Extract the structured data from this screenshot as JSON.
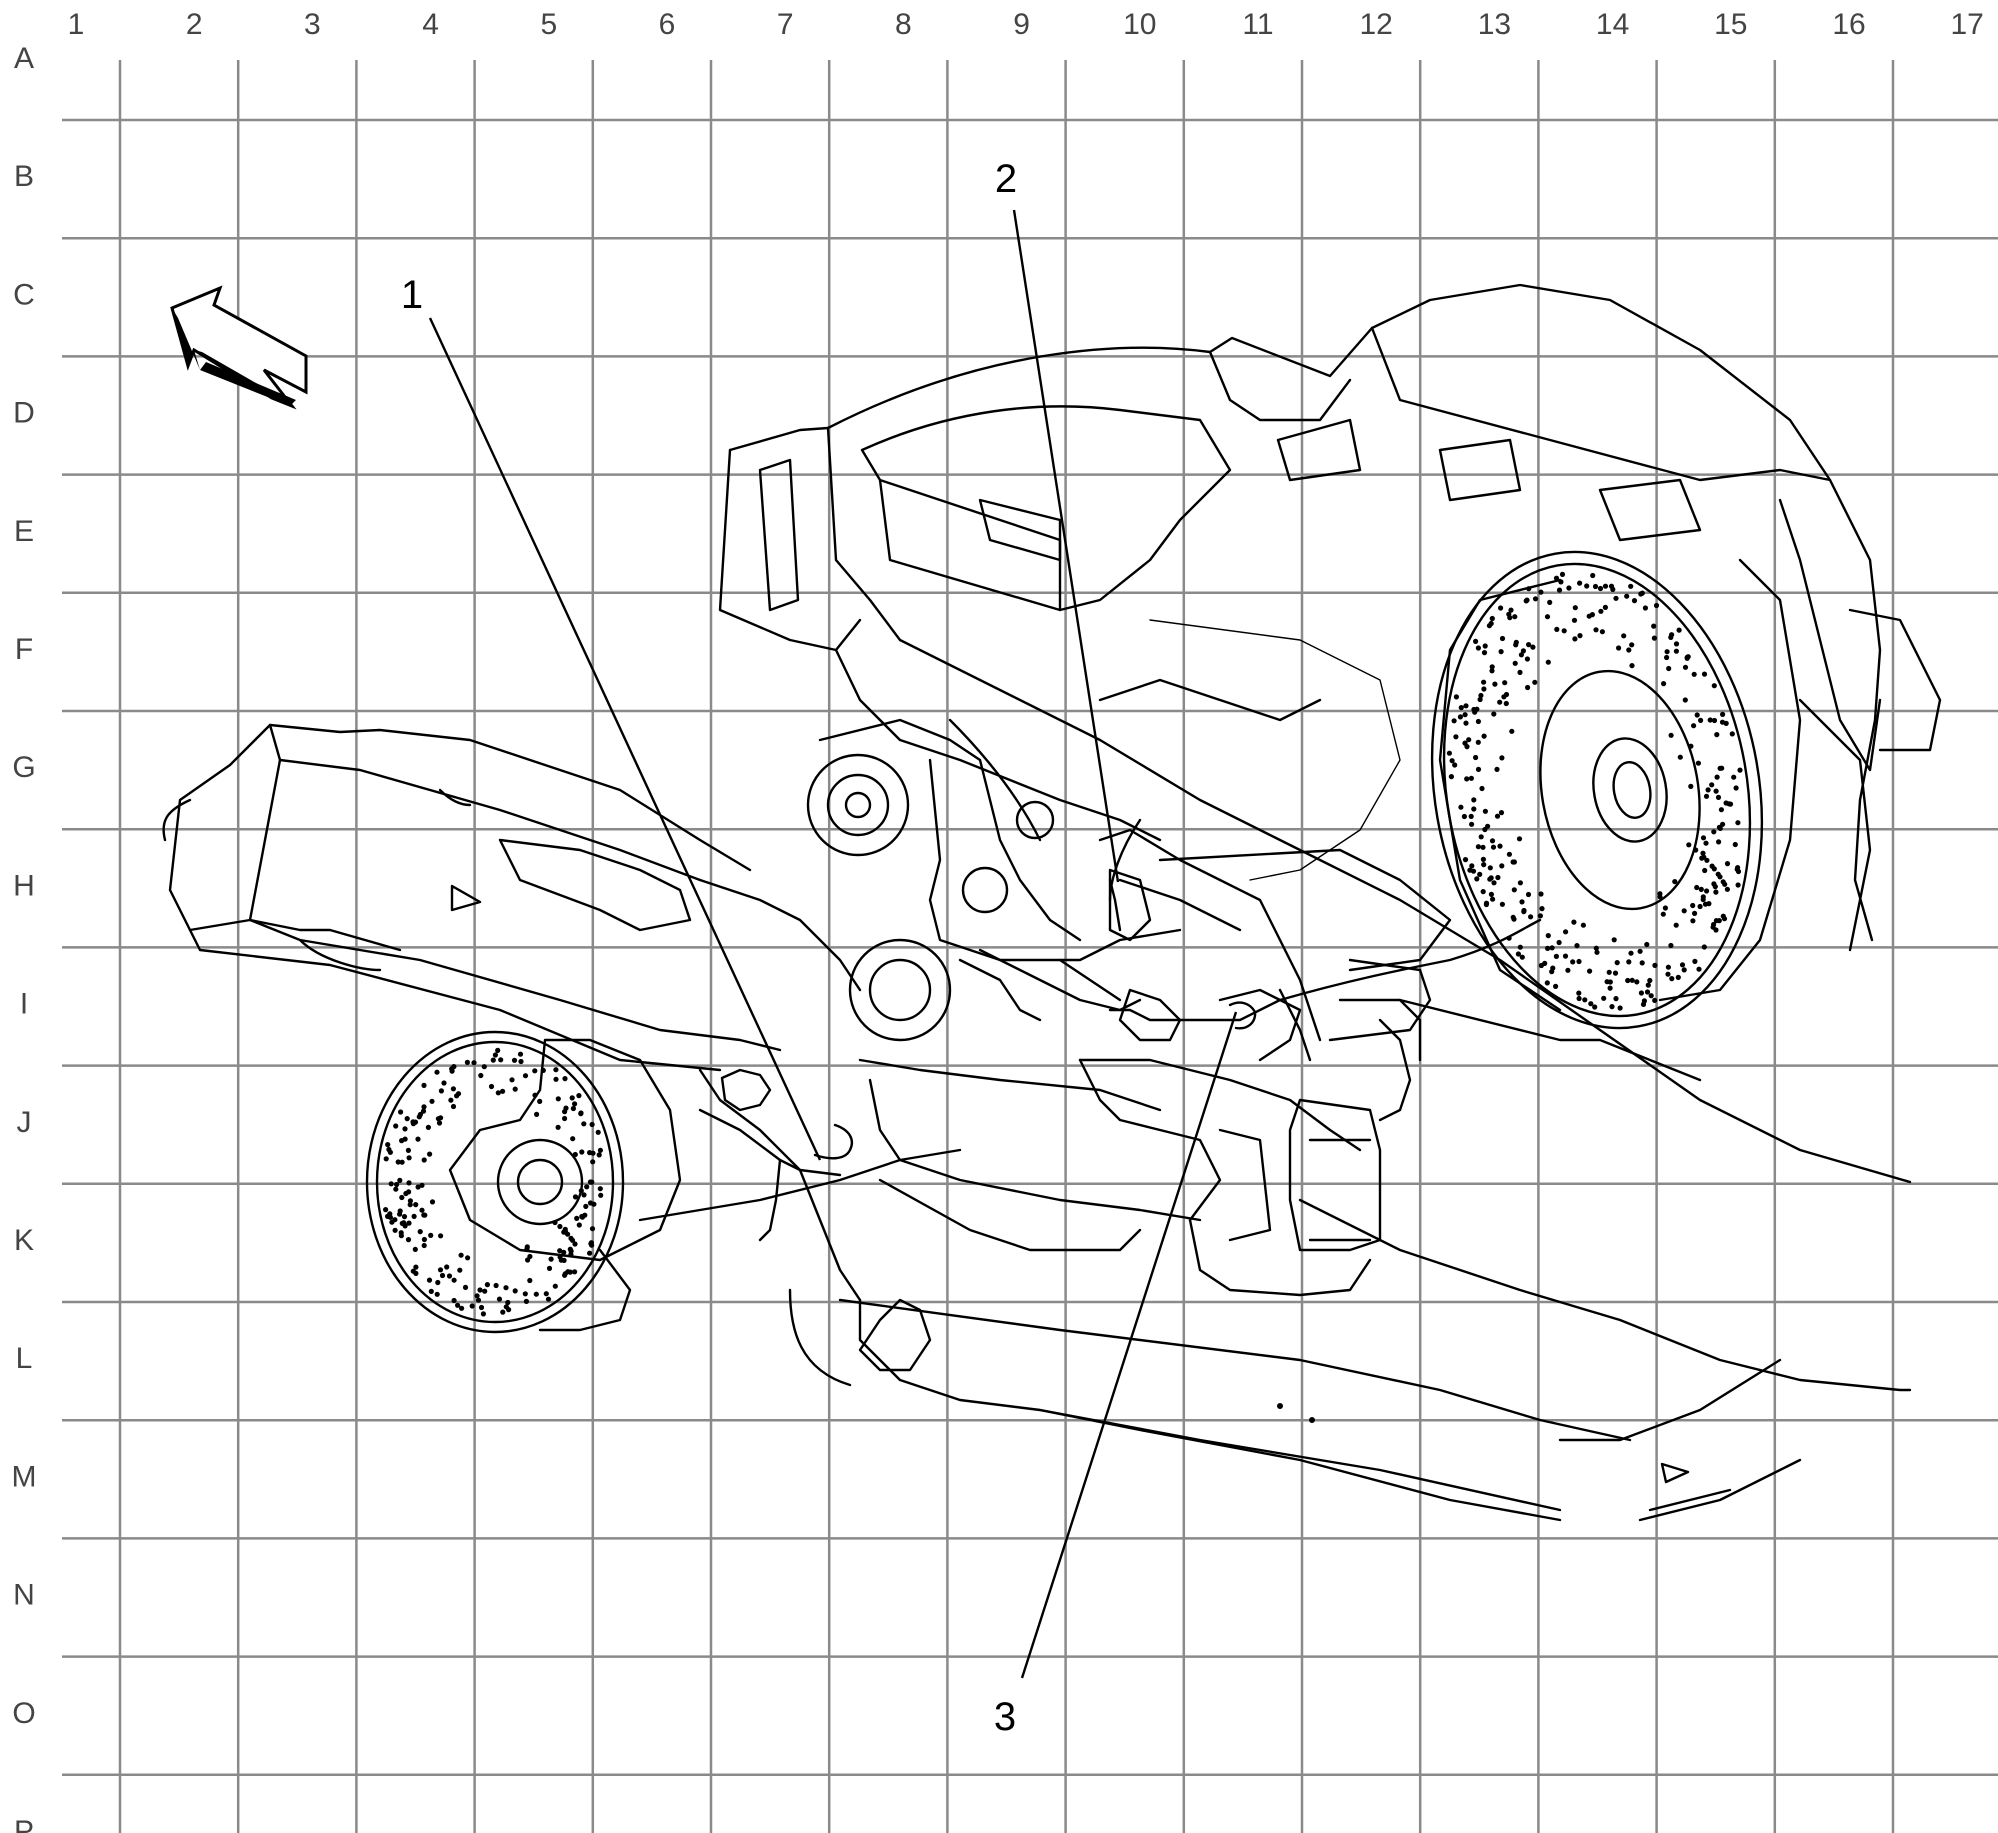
{
  "grid": {
    "columns": [
      "1",
      "2",
      "3",
      "4",
      "5",
      "6",
      "7",
      "8",
      "9",
      "10",
      "11",
      "12",
      "13",
      "14",
      "15",
      "16",
      "17"
    ],
    "rows": [
      "A",
      "B",
      "C",
      "D",
      "E",
      "F",
      "G",
      "H",
      "I",
      "J",
      "K",
      "L",
      "M",
      "N",
      "O",
      "P"
    ]
  },
  "callouts": [
    {
      "label": "1"
    },
    {
      "label": "2"
    },
    {
      "label": "3"
    }
  ],
  "icons": {
    "direction": "front-direction-arrow-icon"
  },
  "colors": {
    "grid": "#8a8a8a",
    "ink": "#000000",
    "background": "#ffffff"
  }
}
